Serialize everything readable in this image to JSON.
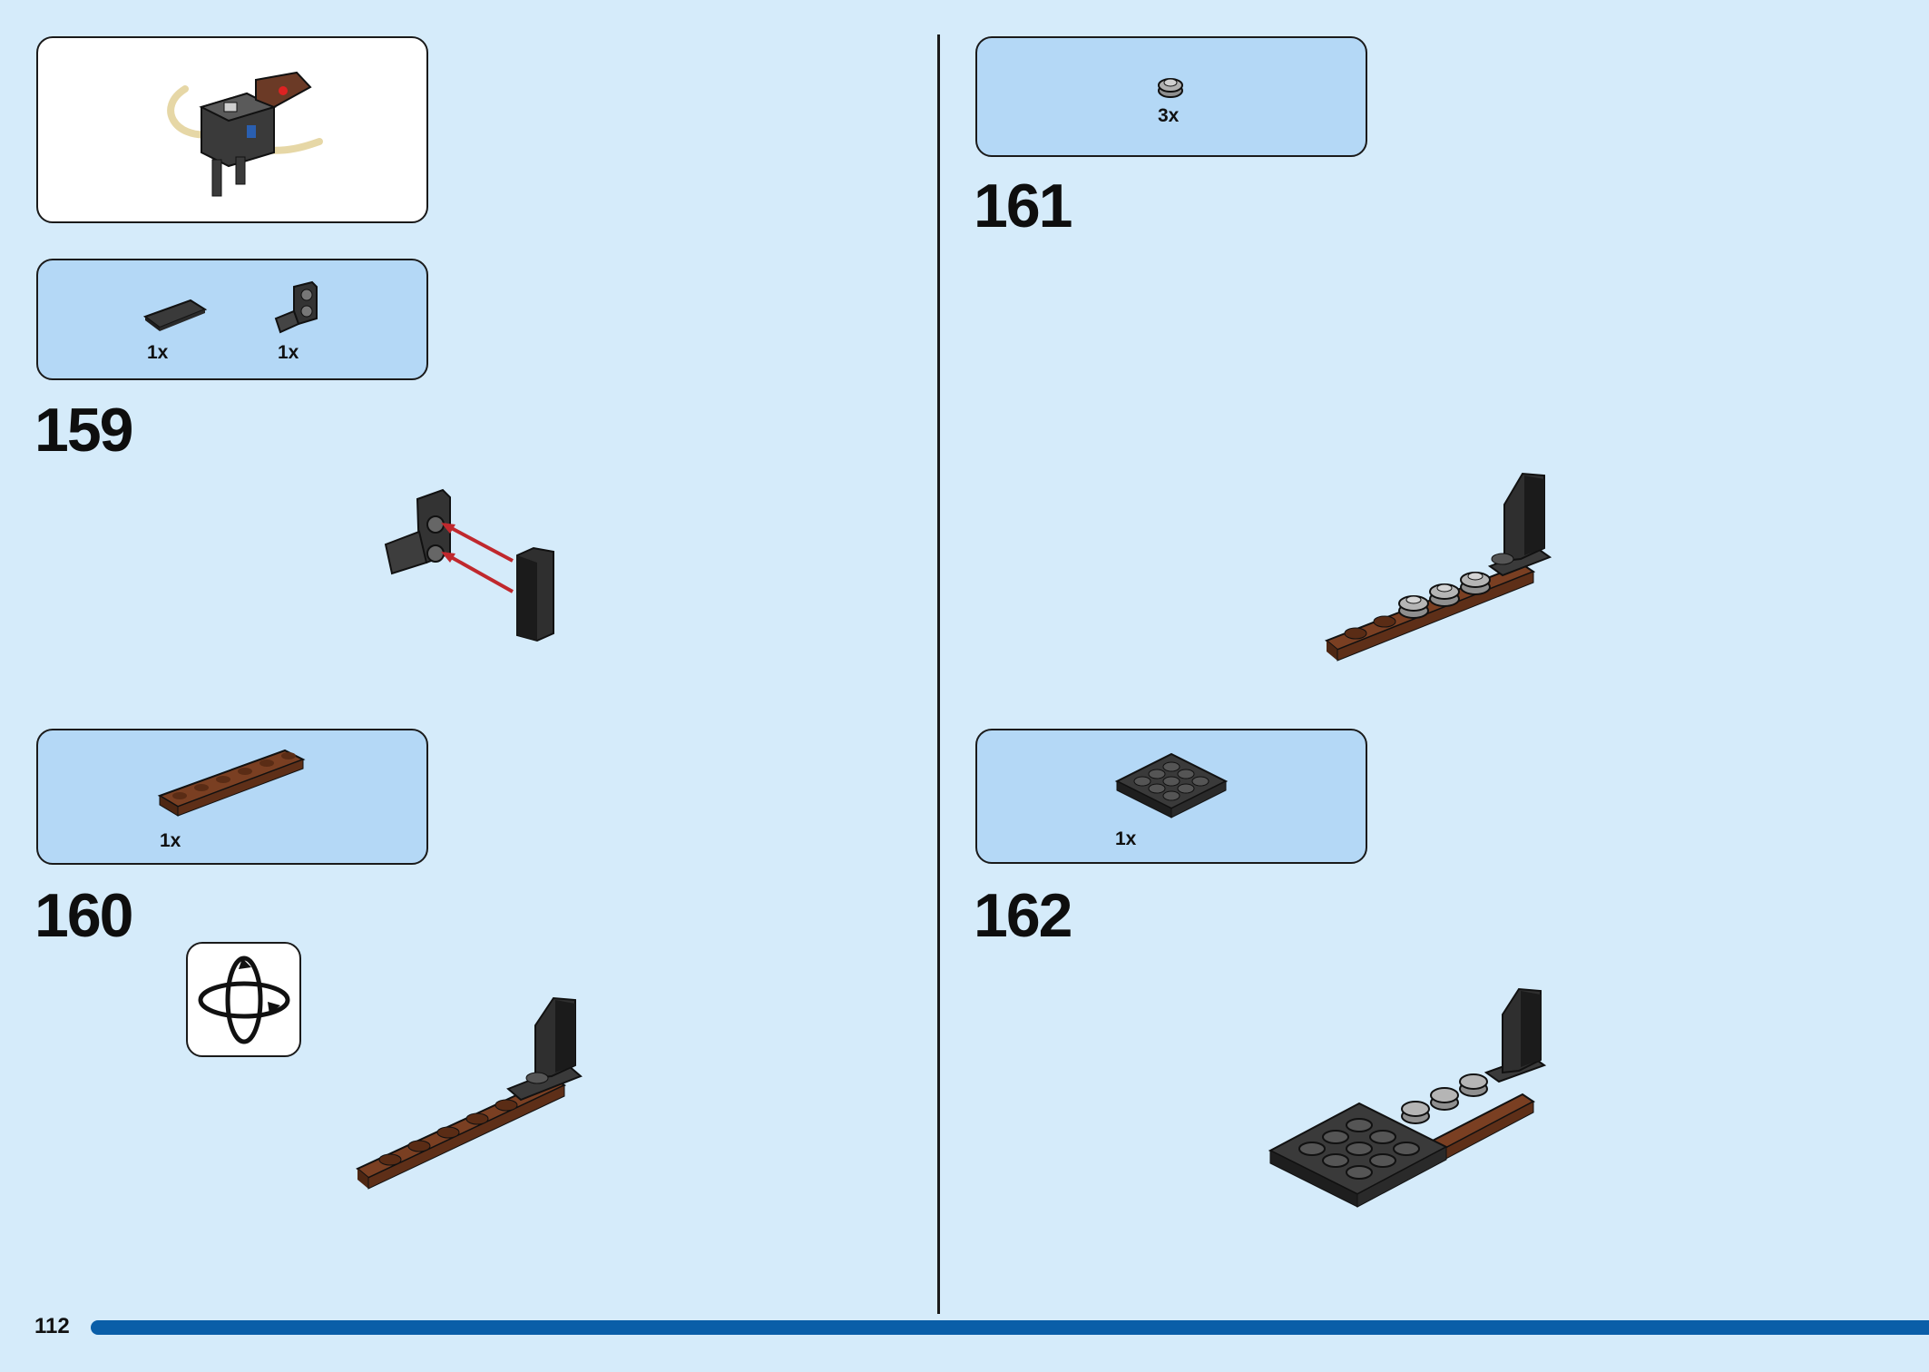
{
  "page": {
    "number": "112"
  },
  "submodel_callout": {
    "description": "completed submodel preview"
  },
  "steps": [
    {
      "number": "159",
      "parts": [
        {
          "qty": "1x",
          "part": "black tile 1x2"
        },
        {
          "qty": "1x",
          "part": "black bracket 1x1 - 1x2"
        }
      ]
    },
    {
      "number": "160",
      "parts": [
        {
          "qty": "1x",
          "part": "reddish brown plate 1x6"
        }
      ],
      "rotate_icon": "rotate-model-icon"
    },
    {
      "number": "161",
      "parts": [
        {
          "qty": "3x",
          "part": "light grey round plate 1x1"
        }
      ]
    },
    {
      "number": "162",
      "parts": [
        {
          "qty": "1x",
          "part": "black plate 3x3"
        }
      ]
    }
  ],
  "colors": {
    "background": "#d5ebfa",
    "parts_box": "#b4d8f6",
    "progress_bar": "#0a5ea8",
    "arrow": "#c0282d"
  }
}
